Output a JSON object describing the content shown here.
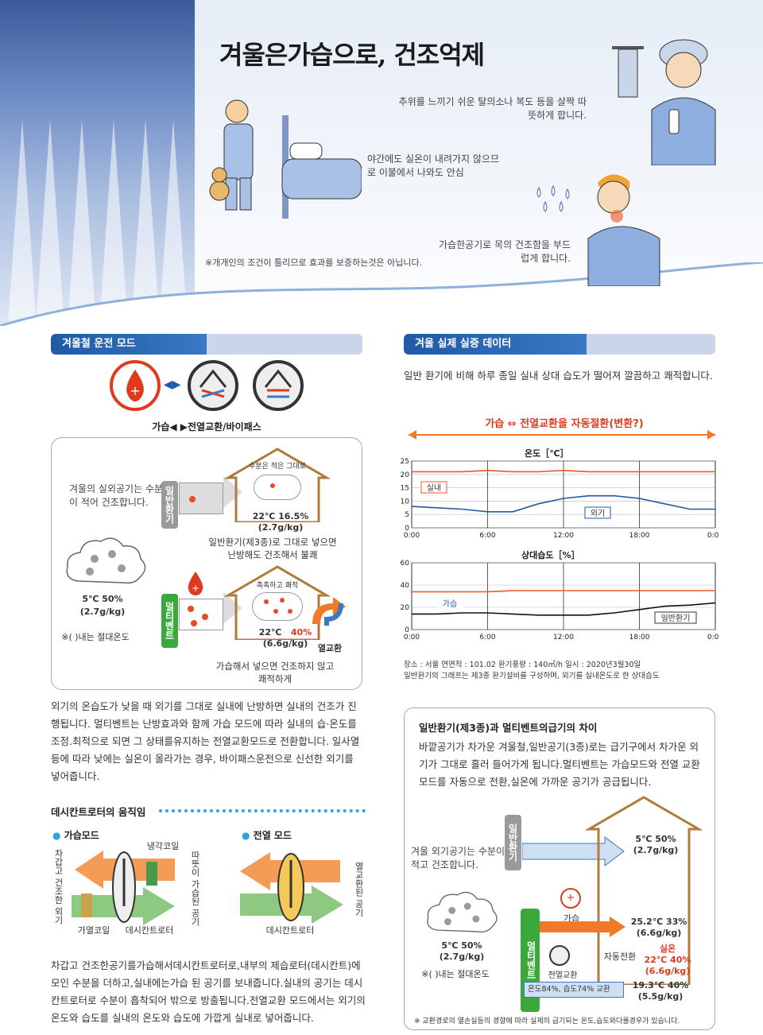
{
  "hero": {
    "title": "겨울은가습으로, 건조억제",
    "caption1": "추위를 느끼기 쉬운 탈의소나 복도 등을 살짝 따뜻하게 합니다.",
    "caption2": "야간에도 실온이 내려가지 않으므로 이불에서 나와도 안심",
    "caption3": "가습한공기로 목의 건조함을 부드럽게 합니다.",
    "disclaimer": "※개개인의 조건이 틀리므로 효과를 보증하는것은 아닙니다."
  },
  "left": {
    "section_title": "겨울철 운전 모드",
    "mode_label": "가습◀ ▶전열교환/바이패스",
    "outside_text": "겨울의 실외공기는 수분이 적어 건조합니다.",
    "outside_temp": "5℃   50%",
    "outside_abs": "(2.7g/kg)",
    "abs_note": "※(    )내는 절대온도",
    "general_tag": "일반환기",
    "general_roof": "수분은 적은 그대로",
    "general_temp": "22℃   16.5%",
    "general_abs": "(2.7g/kg)",
    "general_desc": "일반환기(제3종)로 그대로 넣으면 난방해도 건조해서 불쾌",
    "multi_tag": "멀티벤트",
    "multi_roof": "촉촉하고 쾌적",
    "multi_temp": "22℃",
    "multi_rh": "40%",
    "multi_abs": "(6.6g/kg)",
    "heat_exchange": "열교환",
    "multi_desc": "가습해서 넣으면 건조하지 않고 쾌적하게",
    "body_text": "외기의 온습도가 낮을 때 외기를 그대로 실내에 난방하면 실내의 건조가 진행됩니다. 멀티벤트는 난방효과와 함께 가습 모드에 따라 실내의 습·온도를 조정.최적으로 되면 그 상태를유지하는 전열교환모드로 전환합니다. 일사열 등에 따라 낮에는 실온이 올라가는 경우, 바이패스운전으로 신선한 외기를 넣어줍니다.",
    "rotor_title": "데시칸트로터의 움직임",
    "humid_mode": "가습모드",
    "heat_mode": "전열 모드",
    "cooling_coil": "냉각코일",
    "heating_coil": "가열코일",
    "desiccant_rotor": "데시칸트로터",
    "desiccant_rotor2": "데시칸트로터",
    "cold_air": "차갑고 건조한 외기",
    "warm_air": "따뜻이 가습된 공기",
    "exchanged_air": "열교환된 공기",
    "bottom_text": "차갑고 건조한공기를가습해서데시칸트로터로,내부의 제습로터(데시칸트)에 모인 수분을 더하고,실내에는가습 된 공기를 보내줍니다.실내의 공기는 데시칸트로터로 수분이 흡착되어 밖으로 방출됩니다.전열교환 모드에서는 외기의 온도와 습도를 실내의 온도와 습도에 가깝게 실내로 넣어줍니다."
  },
  "right": {
    "section_title": "겨울 실제 실증 데이터",
    "intro": "일반 환기에 비해 하루 종일 실내 상대 습도가 떨어져 깔끔하고 쾌적합니다.",
    "switch_label": "가습 ⇔ 전열교환을 자동절환(변환?)",
    "temp_title": "온도［℃］",
    "rh_title": "상대습도［%］",
    "indoor_label": "실내",
    "outdoor_label": "외기",
    "humid_label": "가습",
    "general_label": "일반환기",
    "footnote1": "장소 : 서울    연면적 : 101.02    환기풍량 : 140㎥/h    일시 : 2020년3월30일",
    "footnote2": "일반환기의 그래프는 제3종 환기설비를 구성하며, 외기를 실내온도로 한 상대습도",
    "diff_title": "일반환기(제3종)과 멀티벤트의급기의 차이",
    "diff_text": "바깥공기가 차가운 겨울철,일반공기(3종)로는 급기구에서 차가운 외기가 그대로 흘러 들어가게 됩니다.멀티벤트는 가습모드와 전열 교환모드를 자동으로 전환,실온에 가까운 공기가 공급됩니다.",
    "outside_text": "겨울 외기공기는 수분이 적고 건조합니다.",
    "outside_temp": "5℃   50%",
    "outside_abs": "(2.7g/kg)",
    "abs_note": "※(    )내는 절대온도",
    "general_tag": "일반환기",
    "general_temp": "5℃   50%",
    "general_abs": "(2.7g/kg)",
    "multi_tag": "멀티벤트",
    "humid_word": "가습",
    "humid_temp": "25.2℃   33%",
    "humid_abs": "(6.6g/kg)",
    "auto_switch": "자동전환",
    "room_label": "실온",
    "room_temp": "22℃   40%",
    "room_abs": "(6.6g/kg)",
    "exchange_word": "전열교환",
    "exchange_bar": "온도84%, 습도74% 교환",
    "exchange_temp": "19.3℃   40%",
    "exchange_abs": "(5.5g/kg)",
    "bottom_note": "※  교환경로의 열손실등의 경향에 따라 실제의 급기되는 온도,습도와다를경우가 있습니다."
  },
  "chart_data": [
    {
      "type": "line",
      "title": "온도［℃］",
      "x": [
        "0:00",
        "6:00",
        "12:00",
        "18:00",
        "0:00"
      ],
      "ylim": [
        0,
        25
      ],
      "yticks": [
        0,
        5,
        10,
        15,
        20,
        25
      ],
      "series": [
        {
          "name": "실내",
          "values": [
            21,
            21,
            21,
            21.5,
            21,
            21,
            21.5,
            21,
            21,
            21,
            21,
            21,
            21
          ]
        },
        {
          "name": "외기",
          "values": [
            8,
            7.5,
            7,
            6,
            6,
            9,
            11,
            12,
            12,
            11,
            9,
            7,
            7
          ]
        }
      ]
    },
    {
      "type": "line",
      "title": "상대습도［%］",
      "x": [
        "0:00",
        "6:00",
        "12:00",
        "18:00",
        "0:00"
      ],
      "ylim": [
        0,
        60
      ],
      "yticks": [
        0,
        20,
        40,
        60
      ],
      "series": [
        {
          "name": "가습",
          "values": [
            34,
            34,
            34,
            34,
            35,
            35,
            35,
            35,
            35,
            35,
            35,
            35,
            35
          ]
        },
        {
          "name": "일반환기",
          "values": [
            14,
            14,
            15,
            15,
            14,
            13,
            13,
            13,
            15,
            18,
            21,
            22,
            24
          ]
        }
      ]
    }
  ],
  "colors": {
    "accent_blue": "#1e5aa6",
    "red": "#e03a1e",
    "green": "#3aa83a",
    "orange": "#f07a2a"
  }
}
